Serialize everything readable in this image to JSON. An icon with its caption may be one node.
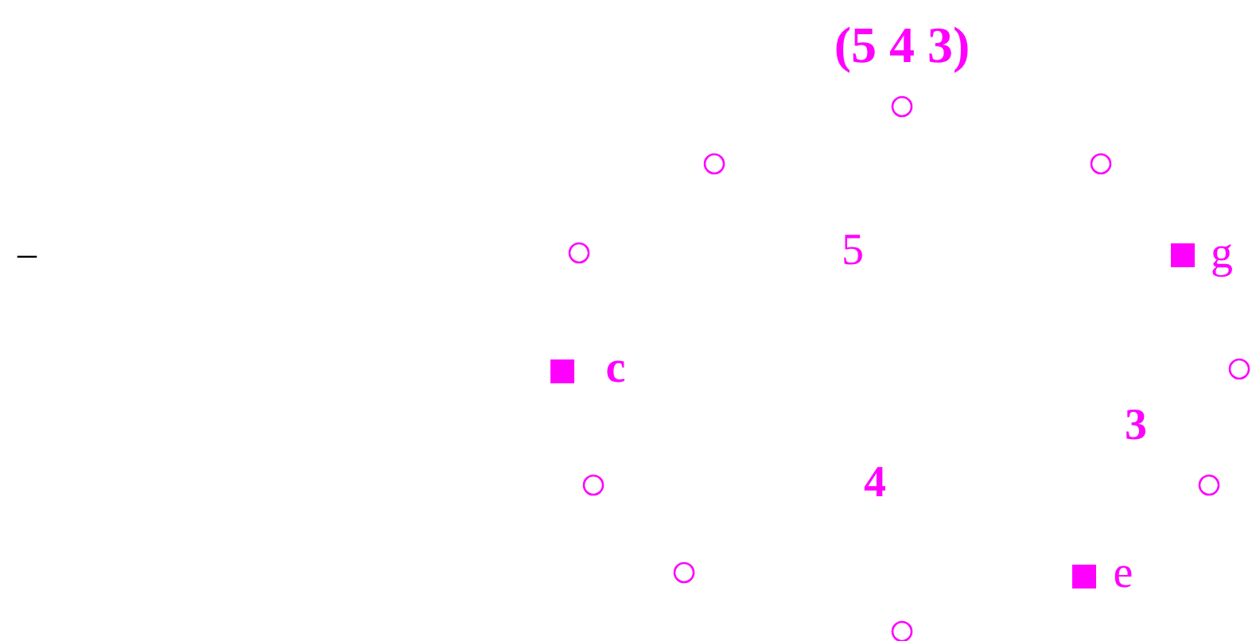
{
  "diagram": {
    "title": "(5 4 3)",
    "labels": [
      "–",
      "5",
      "g",
      "c",
      "3",
      "4",
      "e"
    ]
  }
}
